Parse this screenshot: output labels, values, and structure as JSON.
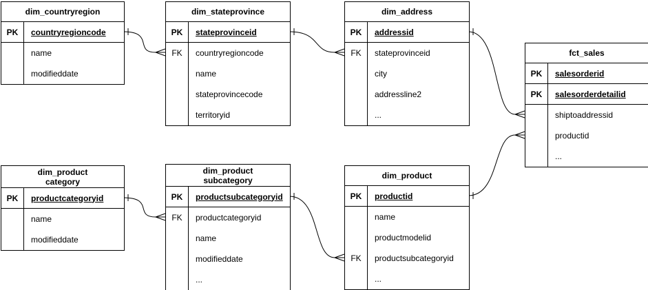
{
  "diagram": {
    "background_color": "#ffffff",
    "line_color": "#000000",
    "text_color": "#000000",
    "tables": [
      {
        "id": "dim_countryregion",
        "title": "dim_countryregion",
        "columns": [
          {
            "badge": "PK",
            "name": "countryregioncode",
            "is_key": true
          },
          {
            "badge": "",
            "name": "name",
            "is_key": false
          },
          {
            "badge": "",
            "name": "modifieddate",
            "is_key": false
          }
        ]
      },
      {
        "id": "dim_stateprovince",
        "title": "dim_stateprovince",
        "columns": [
          {
            "badge": "PK",
            "name": "stateprovinceid",
            "is_key": true
          },
          {
            "badge": "FK",
            "name": "countryregioncode",
            "is_key": false
          },
          {
            "badge": "",
            "name": "name",
            "is_key": false
          },
          {
            "badge": "",
            "name": "stateprovincecode",
            "is_key": false
          },
          {
            "badge": "",
            "name": "territoryid",
            "is_key": false
          }
        ]
      },
      {
        "id": "dim_address",
        "title": "dim_address",
        "columns": [
          {
            "badge": "PK",
            "name": "addressid",
            "is_key": true
          },
          {
            "badge": "FK",
            "name": "stateprovinceid",
            "is_key": false
          },
          {
            "badge": "",
            "name": "city",
            "is_key": false
          },
          {
            "badge": "",
            "name": "addressline2",
            "is_key": false
          },
          {
            "badge": "",
            "name": "...",
            "is_key": false
          }
        ]
      },
      {
        "id": "fct_sales",
        "title": "fct_sales",
        "columns": [
          {
            "badge": "PK",
            "name": "salesorderid",
            "is_key": true
          },
          {
            "badge": "PK",
            "name": "salesorderdetailid",
            "is_key": true
          },
          {
            "badge": "",
            "name": "shiptoaddressid",
            "is_key": false
          },
          {
            "badge": "",
            "name": "productid",
            "is_key": false
          },
          {
            "badge": "",
            "name": "...",
            "is_key": false
          }
        ]
      },
      {
        "id": "dim_product_category",
        "title": "dim_product\ncategory",
        "columns": [
          {
            "badge": "PK",
            "name": "productcategoryid",
            "is_key": true
          },
          {
            "badge": "",
            "name": "name",
            "is_key": false
          },
          {
            "badge": "",
            "name": "modifieddate",
            "is_key": false
          }
        ]
      },
      {
        "id": "dim_product_subcategory",
        "title": "dim_product\nsubcategory",
        "columns": [
          {
            "badge": "PK",
            "name": "productsubcategoryid",
            "is_key": true
          },
          {
            "badge": "FK",
            "name": "productcategoryid",
            "is_key": false
          },
          {
            "badge": "",
            "name": "name",
            "is_key": false
          },
          {
            "badge": "",
            "name": "modifieddate",
            "is_key": false
          },
          {
            "badge": "",
            "name": "...",
            "is_key": false
          }
        ]
      },
      {
        "id": "dim_product",
        "title": "dim_product",
        "columns": [
          {
            "badge": "PK",
            "name": "productid",
            "is_key": true
          },
          {
            "badge": "",
            "name": "name",
            "is_key": false
          },
          {
            "badge": "",
            "name": "productmodelid",
            "is_key": false
          },
          {
            "badge": "FK",
            "name": "productsubcategoryid",
            "is_key": false
          },
          {
            "badge": "",
            "name": "...",
            "is_key": false
          }
        ]
      }
    ],
    "relationships": [
      {
        "from_table": "dim_countryregion",
        "from_column": "countryregioncode",
        "to_table": "dim_stateprovince",
        "to_column": "countryregioncode",
        "from_cardinality": "one",
        "to_cardinality": "many"
      },
      {
        "from_table": "dim_stateprovince",
        "from_column": "stateprovinceid",
        "to_table": "dim_address",
        "to_column": "stateprovinceid",
        "from_cardinality": "one",
        "to_cardinality": "many"
      },
      {
        "from_table": "dim_address",
        "from_column": "addressid",
        "to_table": "fct_sales",
        "to_column": "shiptoaddressid",
        "from_cardinality": "one",
        "to_cardinality": "many"
      },
      {
        "from_table": "dim_product",
        "from_column": "productid",
        "to_table": "fct_sales",
        "to_column": "productid",
        "from_cardinality": "one",
        "to_cardinality": "many"
      },
      {
        "from_table": "dim_product_category",
        "from_column": "productcategoryid",
        "to_table": "dim_product_subcategory",
        "to_column": "productcategoryid",
        "from_cardinality": "one",
        "to_cardinality": "many"
      },
      {
        "from_table": "dim_product_subcategory",
        "from_column": "productsubcategoryid",
        "to_table": "dim_product",
        "to_column": "productsubcategoryid",
        "from_cardinality": "one",
        "to_cardinality": "many"
      }
    ]
  }
}
